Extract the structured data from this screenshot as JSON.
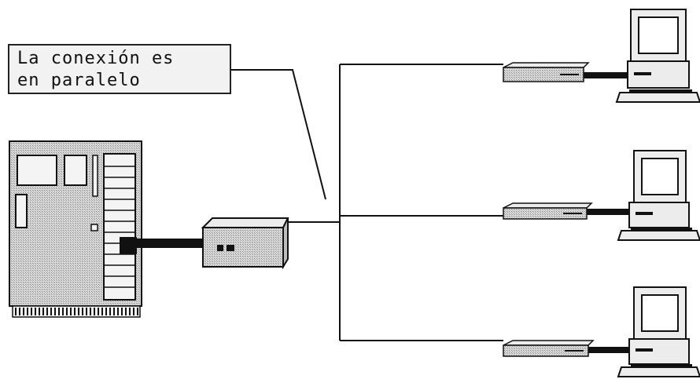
{
  "callout": {
    "line1": "La conexión es",
    "line2": "en paralelo"
  },
  "nodes": {
    "server": "server-tower",
    "hub": "central-hub",
    "branches": [
      {
        "modem": "modem",
        "computer": "workstation"
      },
      {
        "modem": "modem",
        "computer": "workstation"
      },
      {
        "modem": "modem",
        "computer": "workstation"
      }
    ]
  },
  "colors": {
    "line": "#111111",
    "device_fill": "#cfcfcf",
    "box_fill": "#f2f2f2"
  }
}
